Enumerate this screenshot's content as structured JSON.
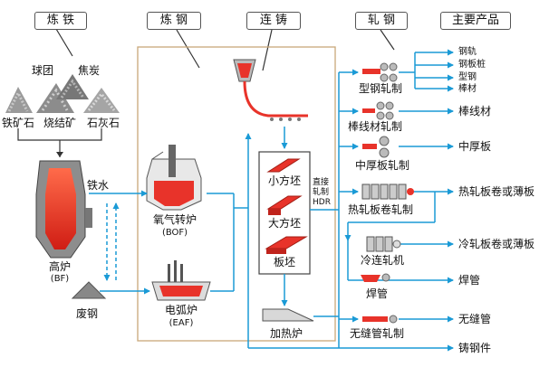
{
  "headers": {
    "ironmaking": "炼 铁",
    "steelmaking": "炼 钢",
    "casting": "连 铸",
    "rolling": "轧 钢",
    "products": "主要产品"
  },
  "raw_materials": {
    "pellets": "球团",
    "coke": "焦炭",
    "iron_ore": "铁矿石",
    "sinter": "烧结矿",
    "limestone": "石灰石",
    "hot_metal": "铁水",
    "scrap": "废钢"
  },
  "furnaces": {
    "blast_furnace": "高炉",
    "blast_furnace_abbr": "(BF)",
    "converter": "氧气转炉",
    "converter_abbr": "(BOF)",
    "eaf": "电弧炉",
    "eaf_abbr": "(EAF)"
  },
  "billets": {
    "small": "小方坯",
    "large": "大方坯",
    "slab": "板坯",
    "hdr_line1": "直接",
    "hdr_line2": "轧制",
    "hdr_abbr": "HDR",
    "reheat": "加热炉"
  },
  "mills": {
    "section": "型钢轧制",
    "bar_wire": "棒线材轧制",
    "plate": "中厚板轧制",
    "hot_strip": "热轧板卷轧制",
    "cold_tandem": "冷连轧机",
    "welded": "焊管",
    "seamless": "无缝管轧制"
  },
  "products": {
    "rail": "钢轨",
    "sheet_pile": "钢板桩",
    "section_steel": "型钢",
    "bar": "棒材",
    "bar_wire": "棒线材",
    "plate": "中厚板",
    "hot_coil": "热轧板卷或薄板",
    "cold_coil": "冷轧板卷或薄板",
    "welded_pipe": "焊管",
    "seamless_pipe": "无缝管",
    "castings": "铸钢件"
  },
  "colors": {
    "flow_arrow": "#1a9ad6",
    "box_border": "#c8a879",
    "hot_metal": "#e8332a",
    "outline": "#555555"
  }
}
